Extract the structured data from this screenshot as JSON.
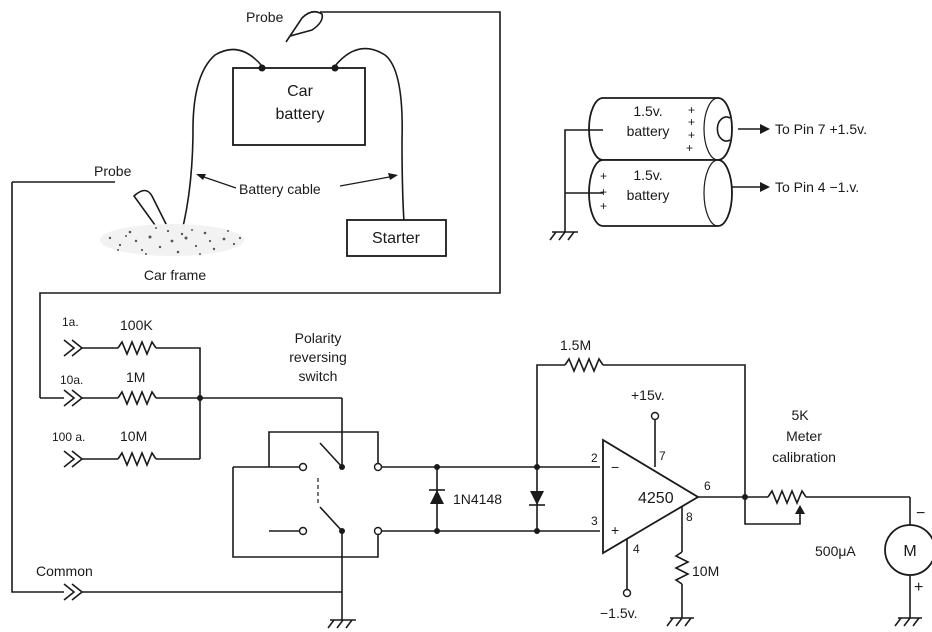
{
  "car_section": {
    "probe_top": "Probe",
    "probe_left": "Probe",
    "car_battery_line1": "Car",
    "car_battery_line2": "battery",
    "battery_cable": "Battery cable",
    "starter": "Starter",
    "car_frame": "Car frame"
  },
  "batteries": {
    "top_line1": "1.5v.",
    "top_line2": "battery",
    "bottom_line1": "1.5v.",
    "bottom_line2": "battery",
    "to_pin7": "To Pin 7 +1.5v.",
    "to_pin4": "To Pin 4 −1.v."
  },
  "inputs": {
    "range_1a": "1a.",
    "range_10a": "10a.",
    "range_100a": "100 a.",
    "r1": "100K",
    "r2": "1M",
    "r3": "10M",
    "common": "Common"
  },
  "switch": {
    "line1": "Polarity",
    "line2": "reversing",
    "line3": "switch"
  },
  "amp": {
    "diode": "1N4148",
    "feedback": "1.5M",
    "chip": "4250",
    "plus15": "+15v.",
    "minus15": "−1.5v.",
    "r_bias": "10M",
    "pin2": "2",
    "pin3": "3",
    "pin4": "4",
    "pin6": "6",
    "pin7": "7",
    "pin8": "8",
    "minus_in": "−",
    "plus_in": "+"
  },
  "meter": {
    "pot_value": "5K",
    "pot_line1": "Meter",
    "pot_line2": "calibration",
    "meter_range": "500μA",
    "meter_symbol": "M",
    "meter_minus": "−",
    "meter_plus": "+"
  }
}
